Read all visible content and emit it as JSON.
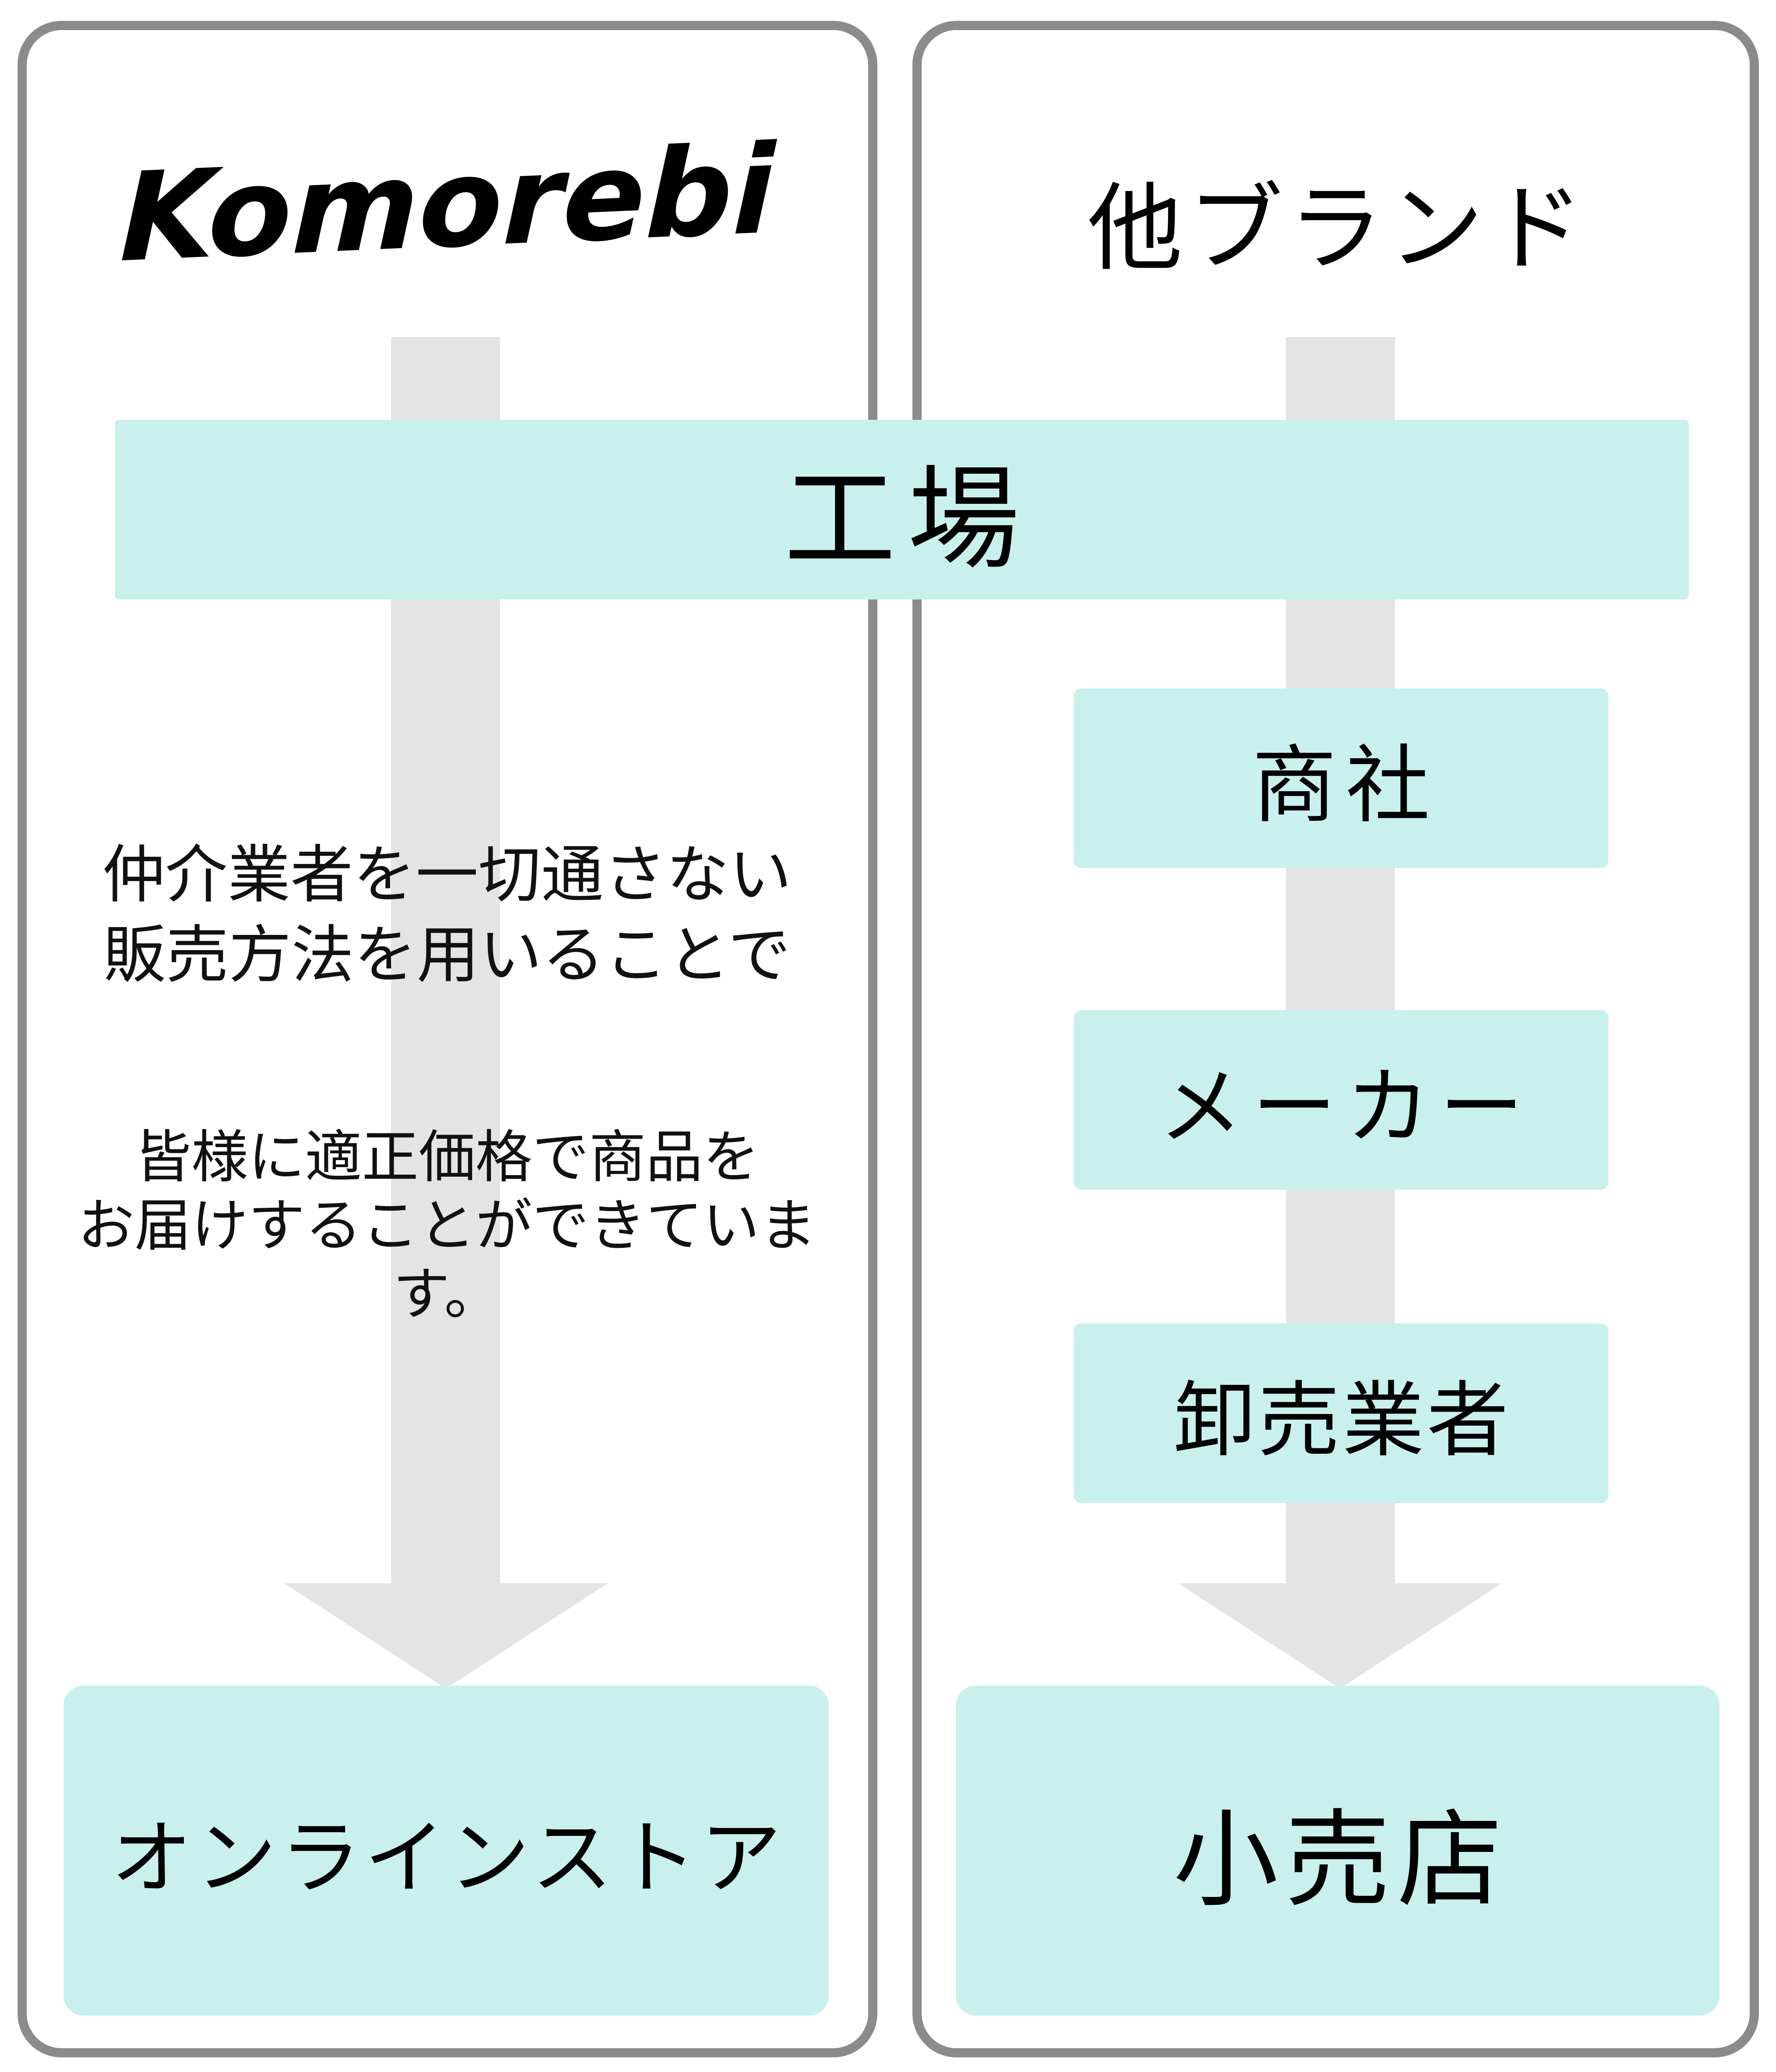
{
  "diagram": {
    "left_panel": {
      "brand_title": "Komorebi",
      "description_block1": {
        "line1": "仲介業者を一切通さない",
        "line2": "販売方法を用いることで"
      },
      "description_block2": {
        "line1": "皆様に適正価格で商品を",
        "line2": "お届けすることができています。"
      },
      "channel_label": "オンラインストア"
    },
    "right_panel": {
      "title": "他ブランド",
      "steps": [
        "商社",
        "メーカー",
        "卸売業者"
      ],
      "channel_label": "小売店"
    },
    "shared_node_label": "工場",
    "colors": {
      "node_fill": "#c9f0ed",
      "arrow_gray": "#e4e4e4",
      "panel_border": "#8b8b8b",
      "text": "#000000"
    }
  }
}
